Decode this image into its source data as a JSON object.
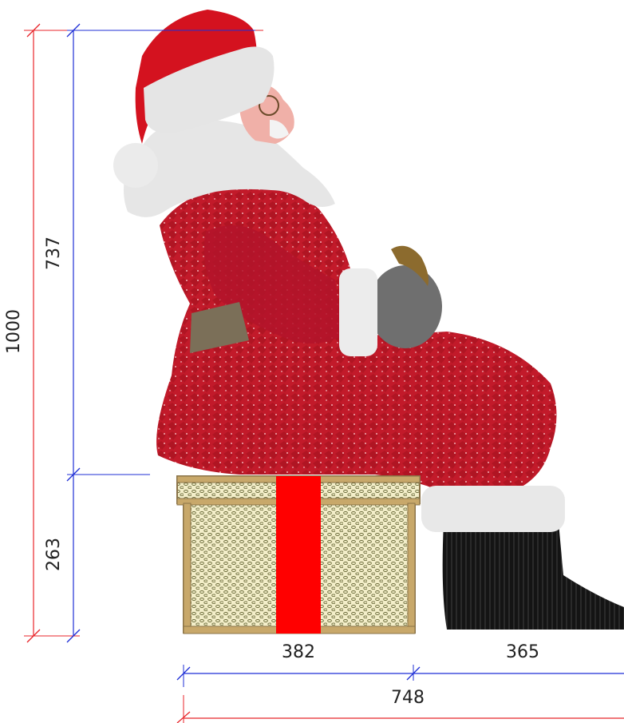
{
  "dimensions": {
    "total_height": "1000",
    "upper_height": "737",
    "seat_height": "263",
    "box_width": "382",
    "leg_width": "365",
    "total_width": "748"
  },
  "colors": {
    "red_dim": "#e8262b",
    "blue_dim": "#1f2fd6",
    "suit_red": "#c8102e",
    "fur_white": "#eeeeee",
    "ribbon": "#ff0000",
    "box_wood": "#c8a86a",
    "box_fill": "#f3eec9",
    "boot_black": "#161616",
    "belt": "#7b6f58",
    "sack_gray": "#6f6f6f"
  },
  "icons": {
    "figure": "santa-claus-seated",
    "seat": "gift-box"
  }
}
